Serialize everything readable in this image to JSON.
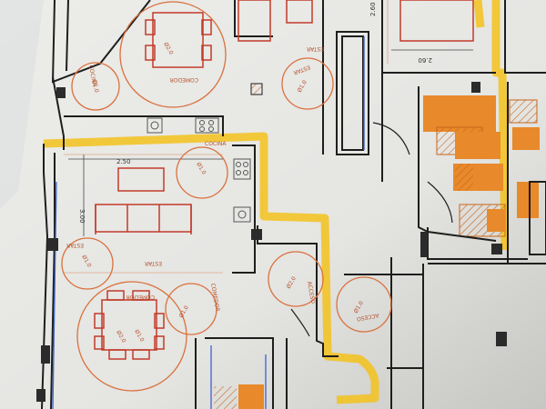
{
  "photo": {
    "subject": "architectural floor plan printout",
    "colors": {
      "paper": "#f2f2ef",
      "wall": "#1e1e1e",
      "highlight": "#f3c21c",
      "furniture": "#c23a2a",
      "circle": "#d9713d",
      "hatch": "#e07a16",
      "blue_line": "#3f63c9"
    }
  },
  "labels": {
    "cocina_top": "COCINA",
    "comedor_top": "COMEDOR",
    "estar_top": "ESTAR",
    "estar_right": "ESTAR",
    "cocina_mid": "COCINA",
    "estar_left": "ESTAR",
    "estar_mid": "ESTAR",
    "comedor_left": "COMEDOR",
    "comedor_low": "COMEDOR",
    "acceso_mid": "ACCESO",
    "acceso_right": "ACCESO"
  },
  "diameters": {
    "d1": "Ø1.0",
    "d2": "Ø2.0",
    "d3": "Ø1.0",
    "d4": "Ø1.0",
    "d5": "Ø1.0",
    "d6": "Ø1.0",
    "d7": "Ø2.0",
    "d8": "Ø1.0",
    "d9": "Ø1.0",
    "d10": "Ø2.0"
  },
  "dimensions": {
    "top_260a": "2.60",
    "top_260b": "2.60",
    "mid_250": "2.50",
    "left_300": "3.00"
  }
}
